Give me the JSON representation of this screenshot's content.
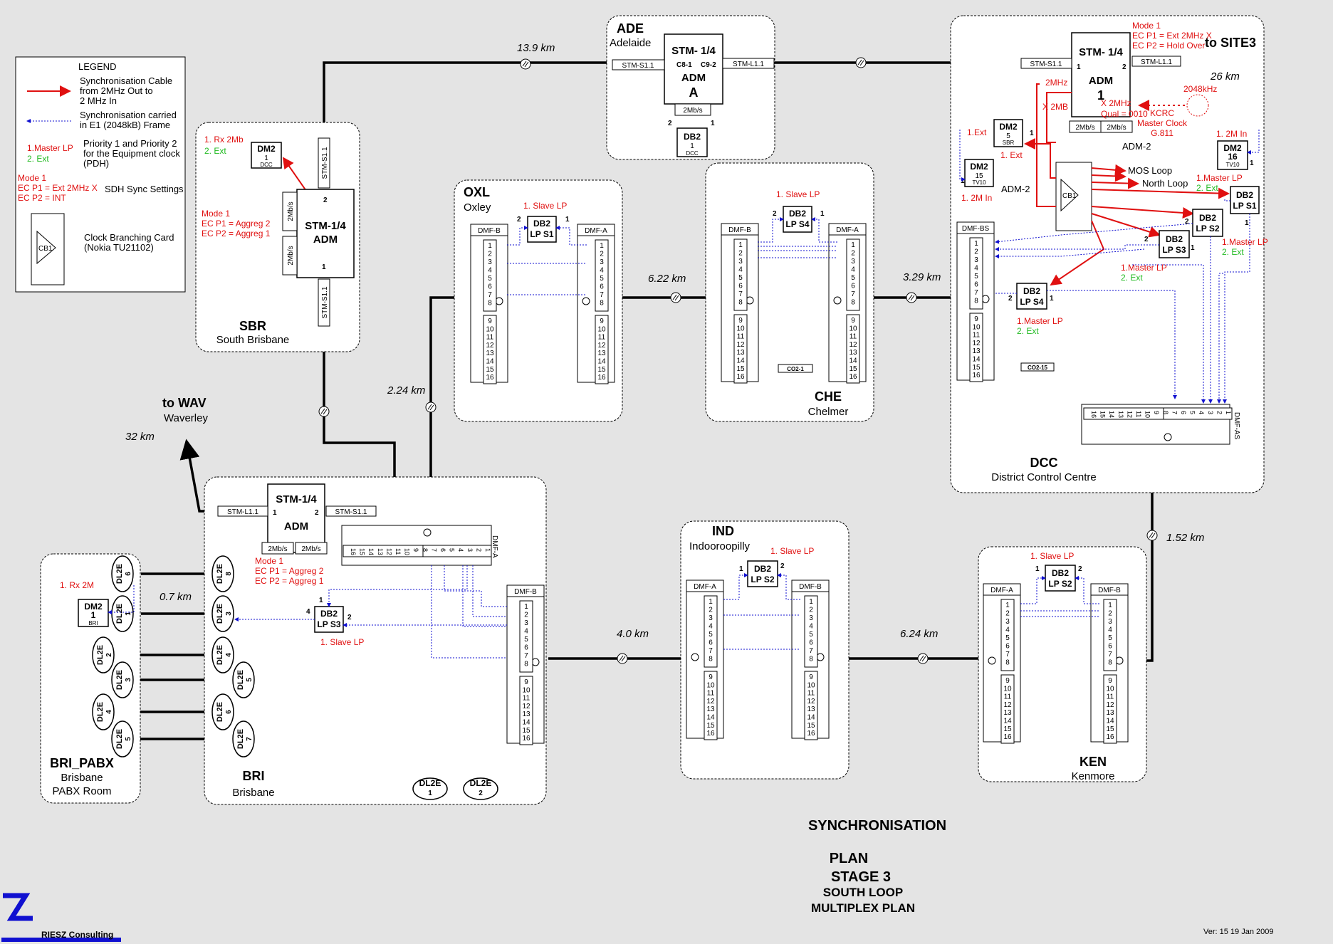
{
  "legend": {
    "title": "LEGEND",
    "cable": [
      "Synchronisation Cable",
      "from 2MHz Out to",
      "2 MHz In"
    ],
    "e1": [
      "Synchronisation carried",
      "in E1 (2048kB) Frame"
    ],
    "prio_red": "1.Master LP",
    "prio_green": "2. Ext",
    "prio_desc": [
      "Priority 1 and Priority 2",
      "for the Equipment clock",
      "(PDH)"
    ],
    "mode": [
      "Mode 1",
      "EC P1 = Ext 2MHz X",
      "EC P2 = INT"
    ],
    "sdh": "SDH Sync Settings",
    "cb_label": "CB1",
    "cb_desc": [
      "Clock Branching Card",
      "(Nokia TU21102)"
    ]
  },
  "sites": {
    "ade": {
      "code": "ADE",
      "name": "Adelaide",
      "stm": [
        "STM- 1/4",
        "ADM",
        "A"
      ],
      "c8": "C8-1",
      "c9": "C9-2",
      "port_l": "STM-S1.1",
      "port_r": "STM-L1.1",
      "mb": "2Mb/s",
      "db": [
        "DB2",
        "1",
        "DCC"
      ],
      "p2": "2",
      "p1": "1"
    },
    "sbr": {
      "code": "SBR",
      "name": "South Brisbane",
      "stm": [
        "STM-1/4",
        "ADM"
      ],
      "rx": "1. Rx 2Mb",
      "ext": "2. Ext",
      "dm": [
        "DM2",
        "1",
        "DCC"
      ],
      "mode": [
        "Mode 1",
        "EC P1 = Aggreg 2",
        "EC P2 = Aggreg 1"
      ],
      "port": "STM-S1.1",
      "mb": "2Mb/s",
      "p2": "2",
      "p1": "1"
    },
    "oxl": {
      "code": "OXL",
      "name": "Oxley",
      "slave": "1. Slave LP",
      "db": [
        "DB2",
        "LP S1"
      ],
      "dmf_b": "DMF-B",
      "dmf_a": "DMF-A",
      "p2": "2",
      "p1": "1"
    },
    "che": {
      "code": "CHE",
      "name": "Chelmer",
      "slave": "1. Slave LP",
      "db": [
        "DB2",
        "LP S4"
      ],
      "dmf_b": "DMF-B",
      "dmf_a": "DMF-A",
      "co": "CO2-1",
      "p2": "2",
      "p1": "1"
    },
    "dcc": {
      "code": "DCC",
      "name": "District Control Centre",
      "to": "to SITE3",
      "km": "26 km",
      "mode": [
        "Mode 1",
        "EC P1 = Ext 2MHz X",
        "EC P2 = Hold Over"
      ],
      "stm": [
        "STM- 1/4",
        "ADM",
        "1"
      ],
      "port_l": "STM-S1.1",
      "port_r": "STM-L1.1",
      "mb1": "2Mb/s",
      "mb2": "2Mb/s",
      "mhz2": "2MHz",
      "x2mb": "X 2MB",
      "x2mhz": "X 2MHz",
      "qual": "Qual = 0010",
      "khz": "2048kHz",
      "kcrc": [
        "KCRC",
        "Master Clock",
        "G.811"
      ],
      "adm2a": "ADM-2",
      "adm2b": "ADM-2",
      "mos": "MOS Loop",
      "north": "North Loop",
      "ext1": "1.Ext",
      "ext1b": "1. Ext",
      "dm5": [
        "DM2",
        "5",
        "SBR"
      ],
      "dm15": [
        "DM2",
        "15",
        "TV10"
      ],
      "in2m": "1. 2M In",
      "in2m_b": "1. 2M In",
      "dm16": [
        "DM2",
        "16",
        "TV10"
      ],
      "master_s1": "1.Master LP",
      "ext_s1": "2. Ext",
      "db_s1": [
        "DB2",
        "LP S1"
      ],
      "db_s2": [
        "DB2",
        "LP S2"
      ],
      "db_s3": [
        "DB2",
        "LP S3"
      ],
      "master_s3": "1.Master LP",
      "ext_s3": "2. Ext",
      "master_s2": "1.Master LP",
      "ext_s2": "2. Ext",
      "db_s4": [
        "DB2",
        "LP S4"
      ],
      "master_s4": "1.Master LP",
      "ext_s4": "2. Ext",
      "dmf_bs": "DMF-BS",
      "dmf_as": "DMF-AS",
      "co": "CO2-15",
      "cb": "CB1",
      "n1": "1",
      "n2": "2"
    },
    "bri": {
      "code": "BRI",
      "name": "Brisbane",
      "stm": [
        "STM-1/4",
        "ADM"
      ],
      "port_l": "STM-L1.1",
      "port_r": "STM-S1.1",
      "mb1": "2Mb/s",
      "mb2": "2Mb/s",
      "mode": [
        "Mode 1",
        "EC P1 = Aggreg 2",
        "EC P2 = Aggreg 1"
      ],
      "db": [
        "DB2",
        "LP S3"
      ],
      "slave": "1. Slave LP",
      "dmf_a": "DMF-A",
      "dmf_b": "DMF-B",
      "dl1": [
        "DL2E",
        "1"
      ],
      "dl2": [
        "DL2E",
        "2"
      ],
      "p1": "1",
      "p2": "2",
      "p4": "4"
    },
    "pabx": {
      "code": "BRI_PABX",
      "name": "Brisbane",
      "room": "PABX Room",
      "rx": "1. Rx 2M",
      "dm": [
        "DM2",
        "1",
        "BRI"
      ]
    },
    "ind": {
      "code": "IND",
      "name": "Indooroopilly",
      "slave": "1. Slave LP",
      "db": [
        "DB2",
        "LP S2"
      ],
      "dmf_a": "DMF-A",
      "dmf_b": "DMF-B",
      "p1": "1",
      "p2": "2"
    },
    "ken": {
      "code": "KEN",
      "name": "Kenmore",
      "slave": "1. Slave LP",
      "db": [
        "DB2",
        "LP S2"
      ],
      "dmf_a": "DMF-A",
      "dmf_b": "DMF-B",
      "p1": "1",
      "p2": "2"
    }
  },
  "links": {
    "sbr_ade": "13.9 km",
    "oxl_che": "6.22 km",
    "che_dcc": "3.29 km",
    "bri_oxl": "2.24 km",
    "dcc_ken": "1.52 km",
    "bri_ind": "4.0 km",
    "ind_ken": "6.24 km",
    "pabx": "0.7 km",
    "wav_km": "32 km",
    "wav_to": "to WAV",
    "wav_name": "Waverley"
  },
  "dl2e_pairs": [
    [
      "6",
      "8"
    ],
    [
      "1",
      "3"
    ],
    [
      "2",
      "4"
    ],
    [
      "3",
      "5"
    ],
    [
      "4",
      "6"
    ],
    [
      "5",
      "7"
    ]
  ],
  "dl2e_label": "DL2E",
  "ports": [
    "1",
    "2",
    "3",
    "4",
    "5",
    "6",
    "7",
    "8",
    "9",
    "10",
    "11",
    "12",
    "13",
    "14",
    "15",
    "16"
  ],
  "title": {
    "l1": "SYNCHRONISATION",
    "l2": "PLAN",
    "l3": "STAGE 3",
    "l4": "SOUTH LOOP",
    "l5": "MULTIPLEX PLAN"
  },
  "footer": {
    "company": "RIESZ Consulting",
    "ver": "Ver: 15  19 Jan 2009"
  },
  "colors": {
    "sync": "#1010d0",
    "cable": "#e01010",
    "ext": "#22bb22"
  }
}
